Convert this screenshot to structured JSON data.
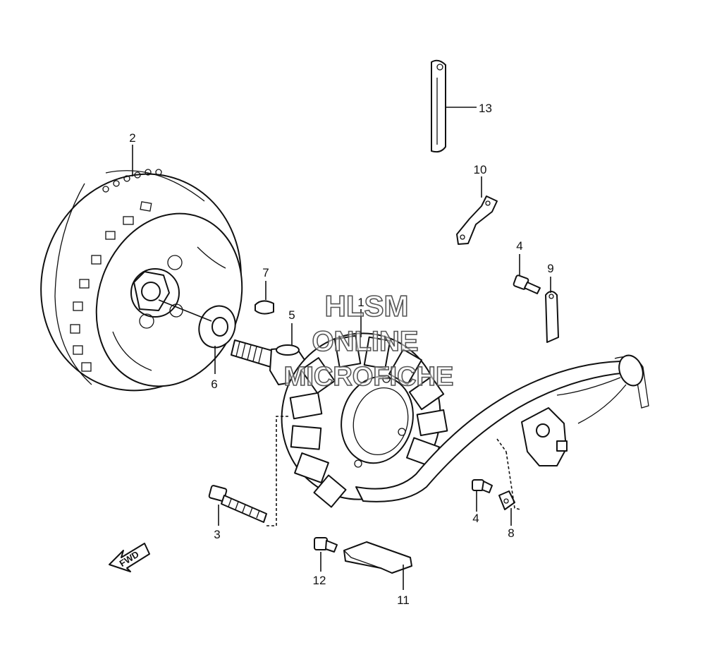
{
  "callouts": {
    "c1": "1",
    "c2": "2",
    "c3": "3",
    "c4a": "4",
    "c4b": "4",
    "c5": "5",
    "c6": "6",
    "c7": "7",
    "c8": "8",
    "c9": "9",
    "c10": "10",
    "c11": "11",
    "c12": "12",
    "c13": "13"
  },
  "fwd_label": "FWD",
  "watermark": {
    "line1": "HLSM",
    "line2": "ONLINE",
    "line3": "MICROFICHE"
  }
}
